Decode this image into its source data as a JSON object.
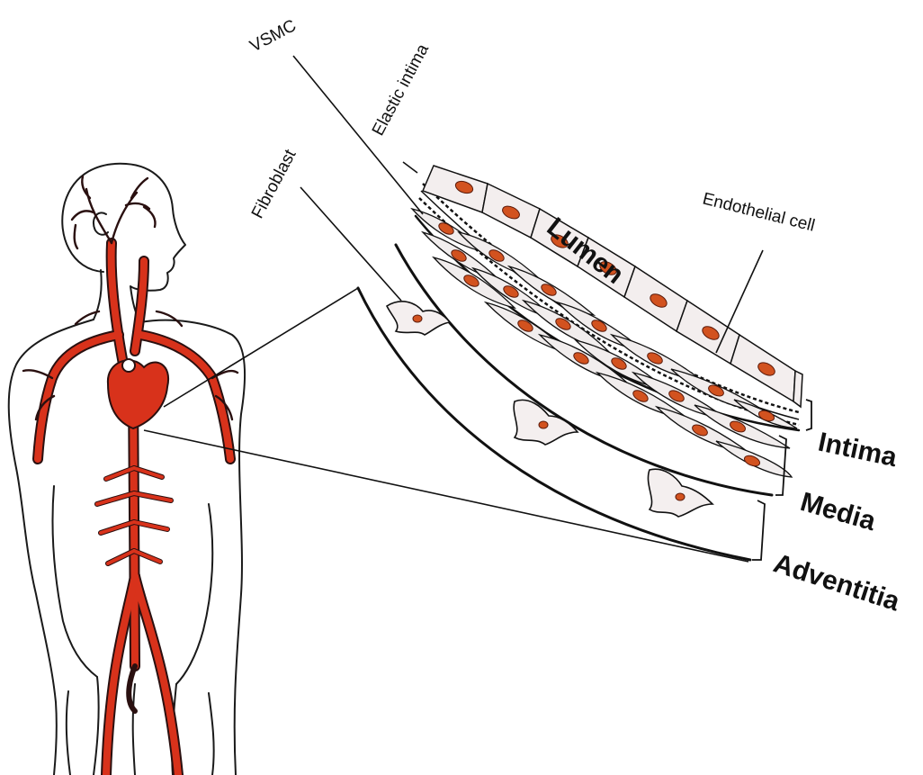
{
  "labels": {
    "vsmc": "VSMC",
    "elastic_intima": "Elastic intima",
    "fibroblast": "Fibroblast",
    "endothelial_cell": "Endothelial cell",
    "lumen": "Lumen",
    "intima": "Intima",
    "media": "Media",
    "adventitia": "Adventitia"
  },
  "colors": {
    "artery_red": "#d8321b",
    "nucleus_orange": "#d2521f",
    "outline": "#111111"
  },
  "icons": [
    "human-body-outline",
    "heart-icon",
    "arterial-tree",
    "vessel-wall-section"
  ]
}
